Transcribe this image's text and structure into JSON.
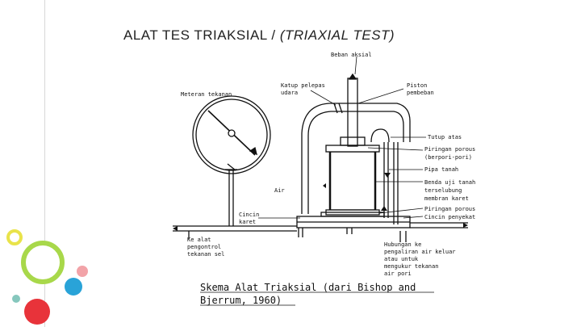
{
  "slide": {
    "title_main": "ALAT TES TRIAKSIAL / ",
    "title_italic": "(TRIAXIAL TEST)"
  },
  "diagram": {
    "labels": {
      "beban_aksial": "Beban aksial",
      "katup_pelepas_1": "Katup pelepas",
      "katup_pelepas_2": "udara",
      "meteran": "Meteran tekanan",
      "piston_1": "Piston",
      "piston_2": "pembeban",
      "tutup_atas": "Tutup atas",
      "piringan_1": "Piringan porous",
      "piringan_2": "(berpori-pori)",
      "pipa_tanah_1": "Pipa tanah",
      "benda_1": "Benda uji tanah",
      "benda_2": "terselubung",
      "benda_3": "membran karet",
      "air": "Air",
      "piringan_bawah": "Piringan porous",
      "cincin_penyekat": "Cincin penyekat",
      "cincin_karet_1": "Cincin",
      "cincin_karet_2": "karet",
      "ke_alat_1": "Ke alat",
      "ke_alat_2": "pengontrol",
      "ke_alat_3": "tekanan sel",
      "hubungan_1": "Hubungan ke",
      "hubungan_2": "pengaliran air keluar",
      "hubungan_3": "atau untuk",
      "hubungan_4": "mengukur tekanan",
      "hubungan_5": "air pori"
    },
    "caption_line1": "Skema Alat Triaksial (dari Bishop and",
    "caption_line2": "Bjerrum, 1960)"
  },
  "colors": {
    "accent_green": "#a8d84a",
    "accent_cyan": "#29a3d8",
    "accent_pink": "#f2a3a8",
    "accent_red": "#e8333a",
    "accent_teal": "#86c7bd"
  }
}
